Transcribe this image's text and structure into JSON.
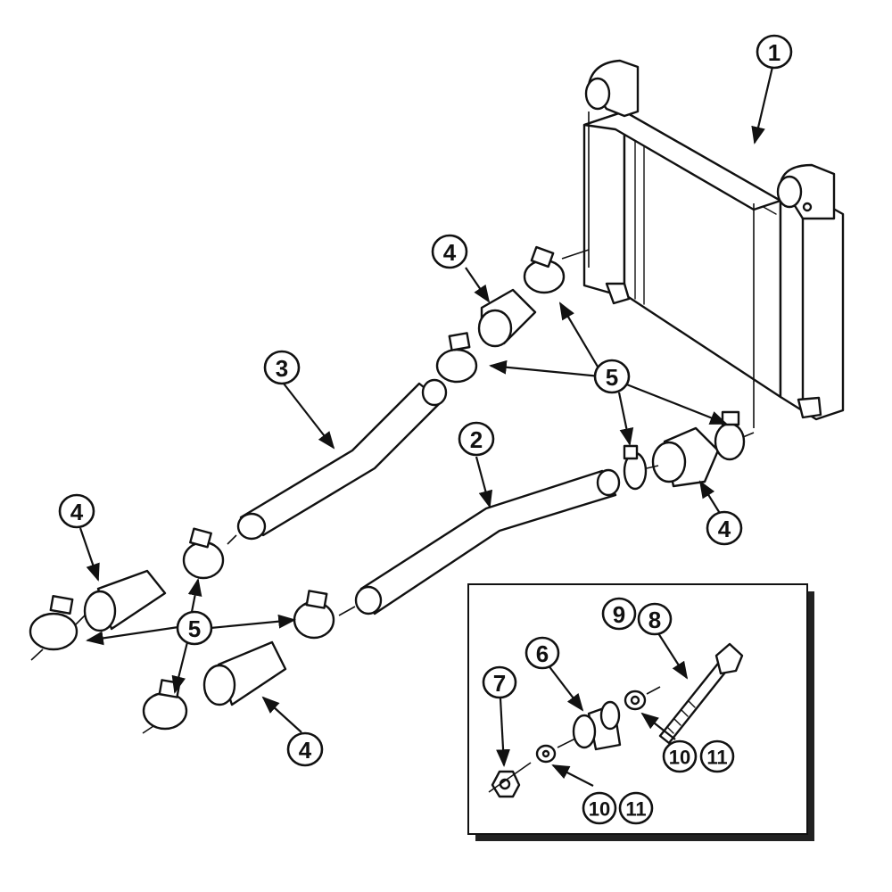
{
  "callouts": {
    "c1": "1",
    "c2": "2",
    "c3": "3",
    "c4a": "4",
    "c4b": "4",
    "c4c": "4",
    "c4d": "4",
    "c5a": "5",
    "c5b": "5",
    "c6": "6",
    "c7": "7",
    "c8": "8",
    "c9": "9",
    "c10a": "10",
    "c11a": "11",
    "c10b": "10",
    "c11b": "11"
  }
}
